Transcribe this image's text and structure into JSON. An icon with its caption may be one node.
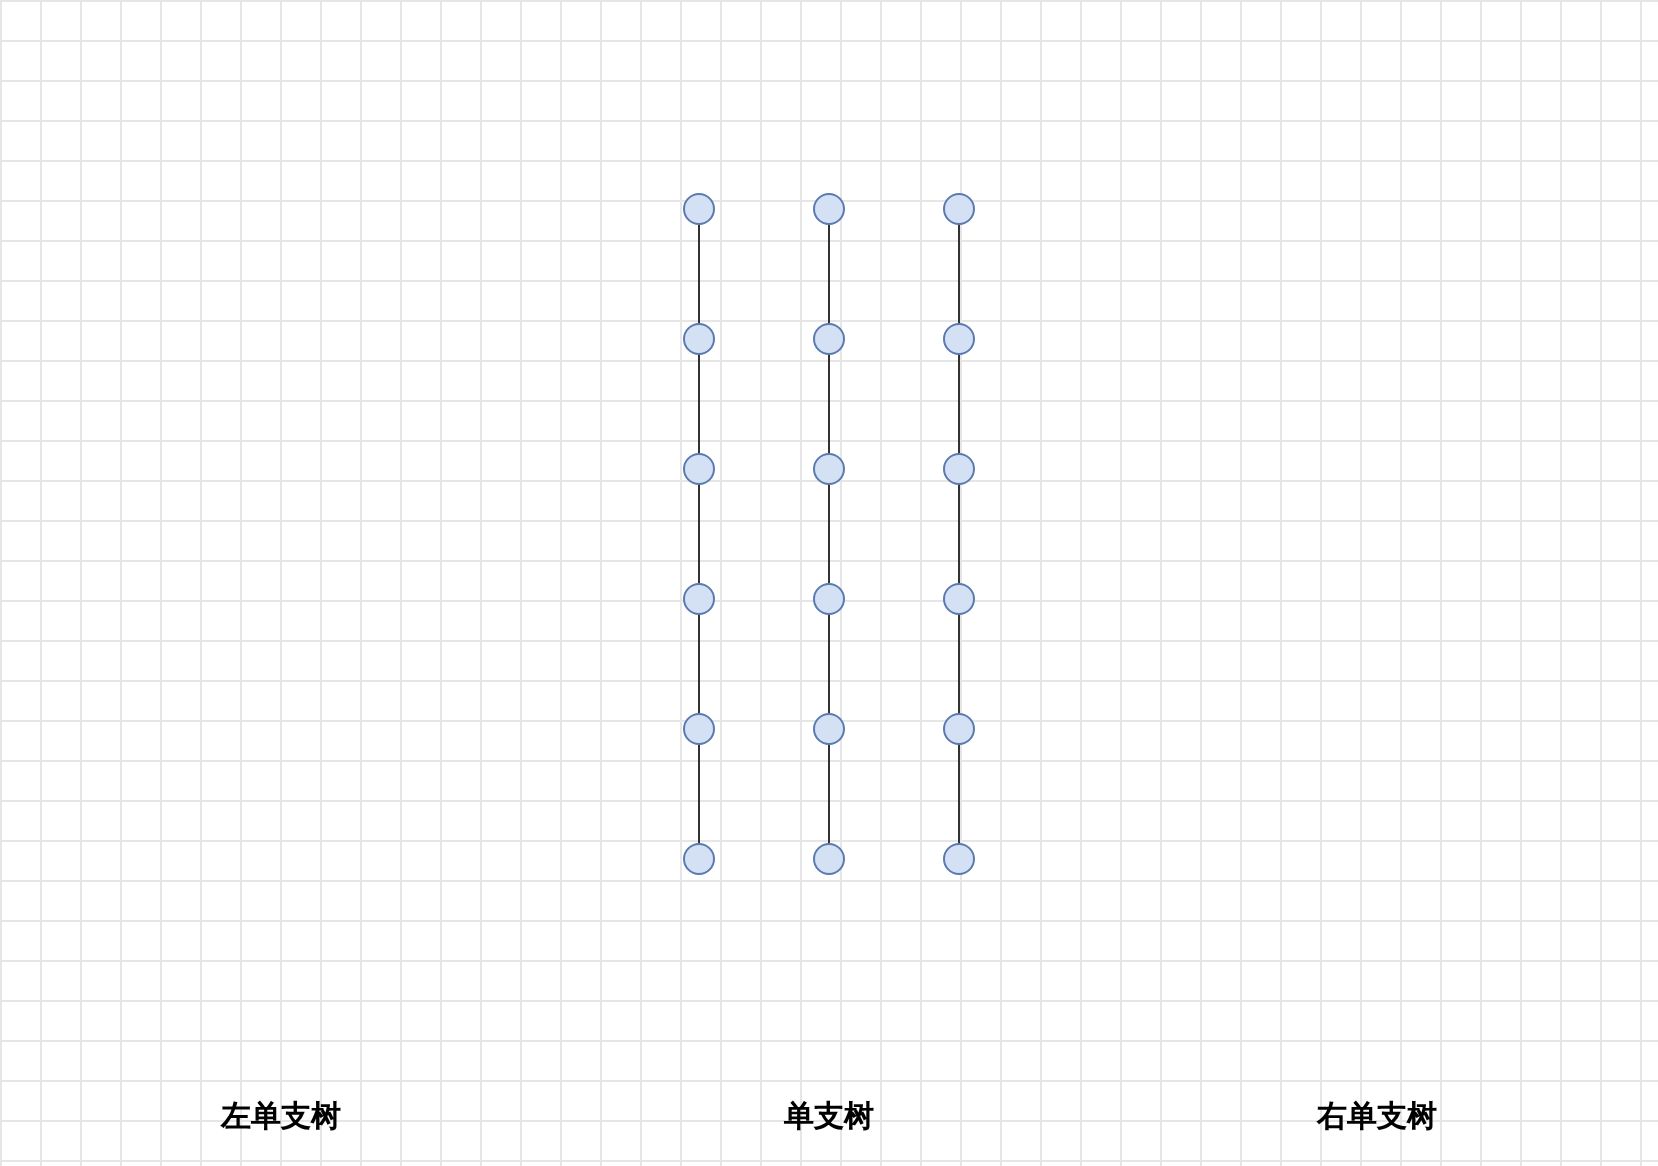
{
  "diagram": {
    "nodes": [
      {
        "text": [],
        "shape": "circle"
      },
      {
        "text": [],
        "shape": "circle"
      },
      {
        "text": [],
        "shape": "circle"
      },
      {
        "text": [],
        "shape": "circle"
      },
      {
        "text": [],
        "shape": "circle"
      },
      {
        "text": [],
        "shape": "circle"
      },
      {
        "text": [],
        "shape": "circle"
      },
      {
        "text": [],
        "shape": "circle"
      },
      {
        "text": [],
        "shape": "circle"
      },
      {
        "text": [],
        "shape": "circle"
      },
      {
        "text": [],
        "shape": "circle"
      },
      {
        "text": [],
        "shape": "circle"
      },
      {
        "text": [],
        "shape": "circle"
      },
      {
        "text": [],
        "shape": "circle"
      },
      {
        "text": [],
        "shape": "circle"
      },
      {
        "text": [],
        "shape": "circle"
      },
      {
        "text": [],
        "shape": "circle"
      },
      {
        "text": [],
        "shape": "circle"
      }
    ],
    "edges": [
      {
        "from": 0,
        "to": 1,
        "arrow": "none"
      },
      {
        "from": 1,
        "to": 2,
        "arrow": "none"
      },
      {
        "from": 2,
        "to": 3,
        "arrow": "none"
      },
      {
        "from": 3,
        "to": 4,
        "arrow": "none"
      },
      {
        "from": 4,
        "to": 5,
        "arrow": "none"
      },
      {
        "from": 6,
        "to": 7,
        "arrow": "none"
      },
      {
        "from": 7,
        "to": 8,
        "arrow": "none"
      },
      {
        "from": 8,
        "to": 9,
        "arrow": "none"
      },
      {
        "from": 9,
        "to": 10,
        "arrow": "none"
      },
      {
        "from": 10,
        "to": 11,
        "arrow": "none"
      },
      {
        "from": 12,
        "to": 13,
        "arrow": "none"
      },
      {
        "from": 13,
        "to": 14,
        "arrow": "none"
      },
      {
        "from": 14,
        "to": 15,
        "arrow": "none"
      },
      {
        "from": 15,
        "to": 16,
        "arrow": "none"
      },
      {
        "from": 16,
        "to": 17,
        "arrow": "none"
      }
    ],
    "labels": [
      "左单支树",
      "单支树",
      "右单支树"
    ]
  }
}
